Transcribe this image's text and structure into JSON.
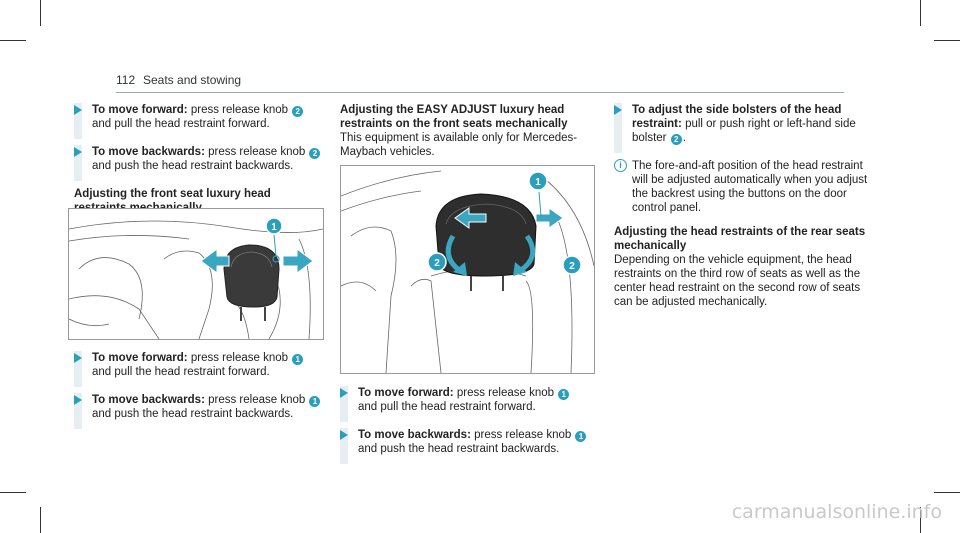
{
  "header": {
    "page_number": "112",
    "section": "Seats and stowing"
  },
  "col1": {
    "step1": {
      "label": "To move forward:",
      "text_a": "press release knob",
      "knob": "2",
      "text_b": "and pull the head restraint forward."
    },
    "step2": {
      "label": "To move backwards:",
      "text_a": "press release knob",
      "knob": "2",
      "text_b": "and push the head restraint backwards."
    },
    "heading": "Adjusting the front seat luxury head restraints mechanically",
    "figure": {
      "callout": "1"
    },
    "step3": {
      "label": "To move forward:",
      "text_a": "press release knob",
      "knob": "1",
      "text_b": "and pull the head restraint forward."
    },
    "step4": {
      "label": "To move backwards:",
      "text_a": "press release knob",
      "knob": "1",
      "text_b": "and push the head restraint backwards."
    }
  },
  "col2": {
    "heading": "Adjusting the EASY ADJUST luxury head restraints on the front seats mechanically",
    "intro": "This equipment is available only for Mercedes-Maybach vehicles.",
    "figure": {
      "callout_top": "1",
      "callout_left": "2",
      "callout_right": "2"
    },
    "step1": {
      "label": "To move forward:",
      "text_a": "press release knob",
      "knob": "1",
      "text_b": "and pull the head restraint forward."
    },
    "step2": {
      "label": "To move backwards:",
      "text_a": "press release knob",
      "knob": "1",
      "text_b": "and push the head restraint backwards."
    }
  },
  "col3": {
    "step1": {
      "label": "To adjust the side bolsters of the head restraint:",
      "text_a": "pull or push right or left-hand side bolster",
      "knob": "2",
      "text_b": "."
    },
    "note": "The fore-and-aft position of the head restraint will be adjusted automatically when you adjust the backrest using the buttons on the door control panel.",
    "heading": "Adjusting the head restraints of the rear seats mechanically",
    "body": "Depending on the vehicle equipment, the head restraints on the third row of seats as well as the center head restraint on the second row of seats can be adjusted mechanically."
  },
  "watermark": "carmanualsonline.info",
  "colors": {
    "accent": "#2a9fbc",
    "step_bar": "#e6eef1",
    "arrow_fill": "#3aa6c0"
  },
  "icons": [
    "step-triangle-icon",
    "info-icon"
  ]
}
